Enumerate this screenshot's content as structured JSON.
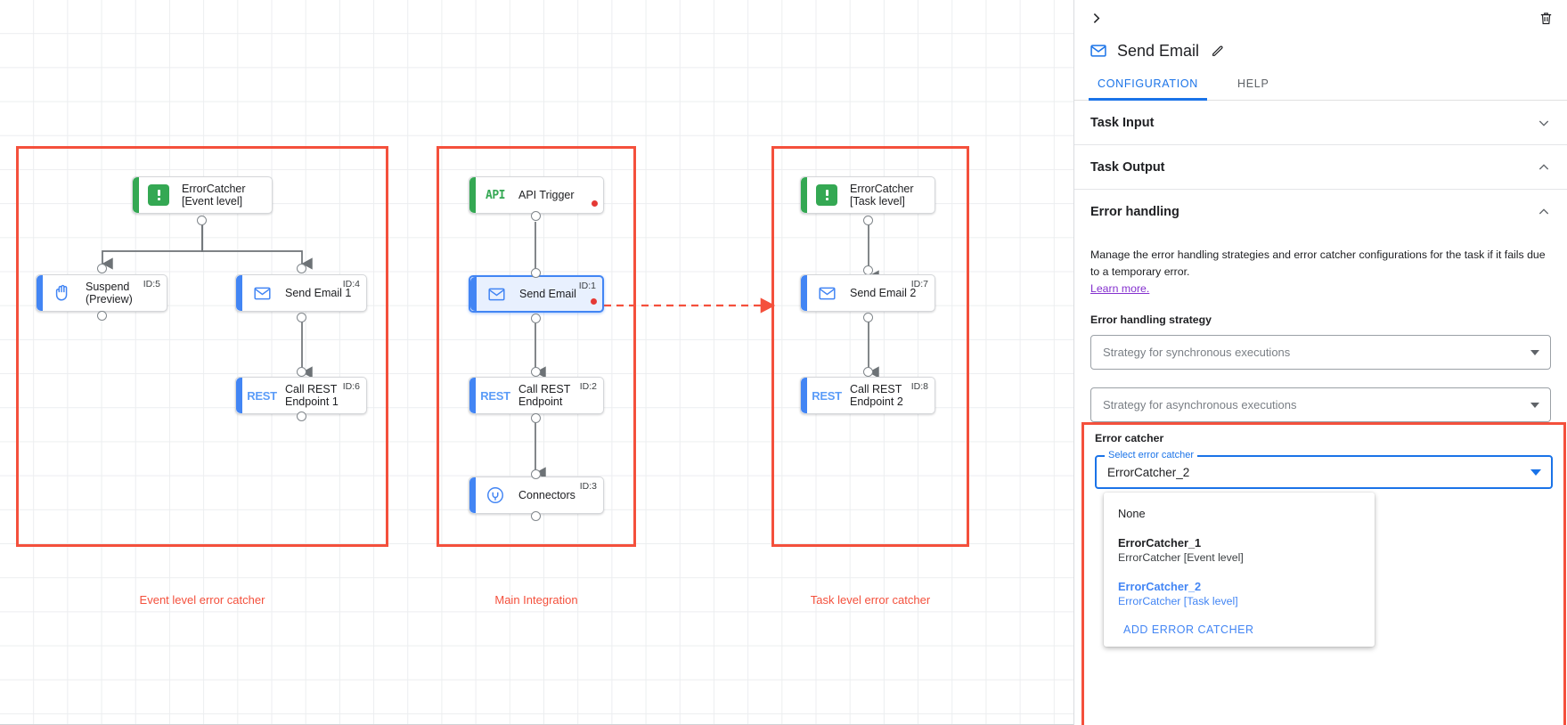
{
  "panel": {
    "collapse_icon": "chevron-right-icon",
    "delete_icon": "trash-icon",
    "title_icon": "envelope-icon",
    "title": "Send Email",
    "edit_icon": "pencil-icon",
    "tabs": [
      {
        "label": "CONFIGURATION",
        "active": true
      },
      {
        "label": "HELP",
        "active": false
      }
    ],
    "sections": [
      {
        "label": "Task Input",
        "state": "collapsed",
        "icon": "chevron-down-icon"
      },
      {
        "label": "Task Output",
        "state": "expanded",
        "icon": "chevron-up-icon"
      },
      {
        "label": "Error handling",
        "state": "expanded",
        "icon": "chevron-up-icon"
      }
    ],
    "error_handling": {
      "description": "Manage the error handling strategies and error catcher configurations for the task if it fails due to a temporary error.",
      "link_text": "Learn more.",
      "strategy_label": "Error handling strategy",
      "sync_select": {
        "value": "Strategy for synchronous executions",
        "is_placeholder": true
      },
      "async_select": {
        "value": "Strategy for asynchronous executions",
        "is_placeholder": true
      }
    },
    "error_catcher": {
      "label": "Error catcher",
      "field_label": "Select error catcher",
      "value": "ErrorCatcher_2",
      "menu": {
        "options": [
          {
            "main": "None",
            "sub": "",
            "selected": false,
            "bold": false
          },
          {
            "main": "ErrorCatcher_1",
            "sub": "ErrorCatcher [Event level]",
            "selected": false,
            "bold": true
          },
          {
            "main": "ErrorCatcher_2",
            "sub": "ErrorCatcher [Task level]",
            "selected": true,
            "bold": true
          }
        ],
        "action_label": "ADD ERROR CATCHER"
      }
    }
  },
  "canvas": {
    "groups": [
      {
        "caption": "Event level error catcher"
      },
      {
        "caption": "Main Integration"
      },
      {
        "caption": "Task level error catcher"
      }
    ],
    "nodes": {
      "ec_event": {
        "label": "ErrorCatcher\n[Event level]",
        "icon": "error-catcher-icon",
        "id": ""
      },
      "suspend": {
        "label": "Suspend\n(Preview)",
        "icon": "hand-icon",
        "id": "ID:5"
      },
      "send_email_1": {
        "label": "Send Email 1",
        "icon": "envelope-icon",
        "id": "ID:4"
      },
      "call_rest_1": {
        "label": "Call REST\nEndpoint 1",
        "icon": "rest-icon",
        "id": "ID:6"
      },
      "api_trigger": {
        "label": "API Trigger",
        "icon": "api-icon",
        "id": ""
      },
      "send_email": {
        "label": "Send Email",
        "icon": "envelope-icon",
        "id": "ID:1"
      },
      "call_rest": {
        "label": "Call REST\nEndpoint",
        "icon": "rest-icon",
        "id": "ID:2"
      },
      "connectors": {
        "label": "Connectors",
        "icon": "connectors-icon",
        "id": "ID:3"
      },
      "ec_task": {
        "label": "ErrorCatcher\n[Task level]",
        "icon": "error-catcher-icon",
        "id": ""
      },
      "send_email_2": {
        "label": "Send Email 2",
        "icon": "envelope-icon",
        "id": "ID:7"
      },
      "call_rest_2": {
        "label": "Call REST\nEndpoint 2",
        "icon": "rest-icon",
        "id": "ID:8"
      }
    },
    "icon_text": {
      "rest": "REST",
      "api": "API"
    }
  },
  "colors": {
    "accent_blue": "#4285f4",
    "link_blue": "#1a73e8",
    "trigger_green": "#34a853",
    "highlight_red": "#f4503c",
    "error_dot": "#e53935",
    "learn_more_purple": "#8430ce"
  }
}
